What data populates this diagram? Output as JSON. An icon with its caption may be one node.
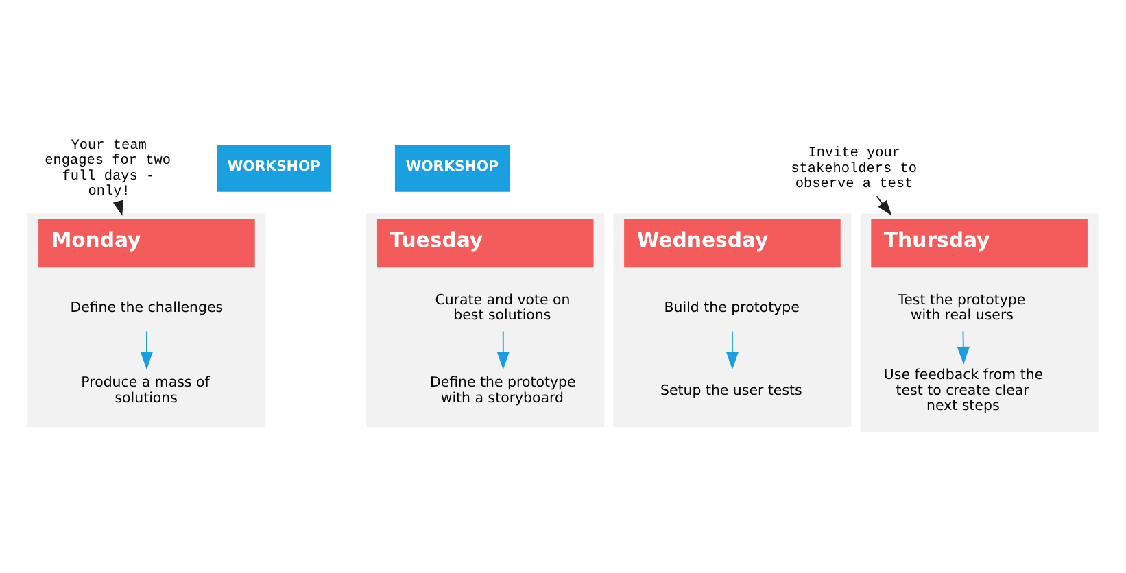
{
  "diagram": {
    "nodes": [
      {
        "text": [
          "Your team engages for two full days - only!"
        ]
      },
      {
        "text": [
          "Invite your stakeholders to observe a test"
        ]
      },
      {
        "text": [
          "WORKSHOP"
        ]
      },
      {
        "text": [
          "Monday"
        ]
      },
      {
        "text": [
          "Define the challenges"
        ],
        "in": 3
      },
      {
        "text": [
          "Produce a mass of solutions"
        ],
        "in": 3
      },
      {
        "text": [
          "WORKSHOP"
        ]
      },
      {
        "text": [
          "Tuesday"
        ]
      },
      {
        "text": [
          "Curate and vote on best solutions"
        ],
        "in": 7
      },
      {
        "text": [
          "Define the prototype with a storyboard"
        ],
        "in": 7
      },
      {
        "text": [
          "Wednesday"
        ]
      },
      {
        "text": [
          "Build the prototype"
        ],
        "in": 10
      },
      {
        "text": [
          "Setup the user tests"
        ],
        "in": 10
      },
      {
        "text": [
          "Thursday"
        ]
      },
      {
        "text": [
          "Test the prototype with real users"
        ],
        "in": 13
      },
      {
        "text": [
          "Use feedback from the test to create clear next steps"
        ],
        "in": 13
      }
    ],
    "edges": [
      {
        "from": 0,
        "to": 3,
        "arrow": "to",
        "color": "#222222"
      },
      {
        "from": 1,
        "to": 13,
        "arrow": "to",
        "color": "#222222"
      },
      {
        "from": 4,
        "to": 5,
        "arrow": "to"
      },
      {
        "from": 8,
        "to": 9,
        "arrow": "to"
      },
      {
        "from": 11,
        "to": 12,
        "arrow": "to"
      },
      {
        "from": 14,
        "to": 15,
        "arrow": "to"
      }
    ]
  }
}
